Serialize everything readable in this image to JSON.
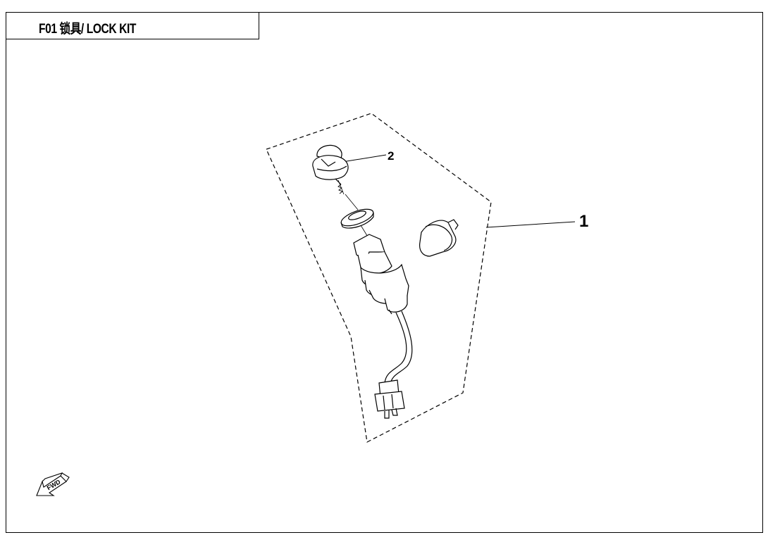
{
  "header": {
    "title": "F01 锁具/ LOCK KIT"
  },
  "callouts": [
    {
      "label": "1"
    },
    {
      "label": "2"
    }
  ],
  "fwd_label": "FWD"
}
